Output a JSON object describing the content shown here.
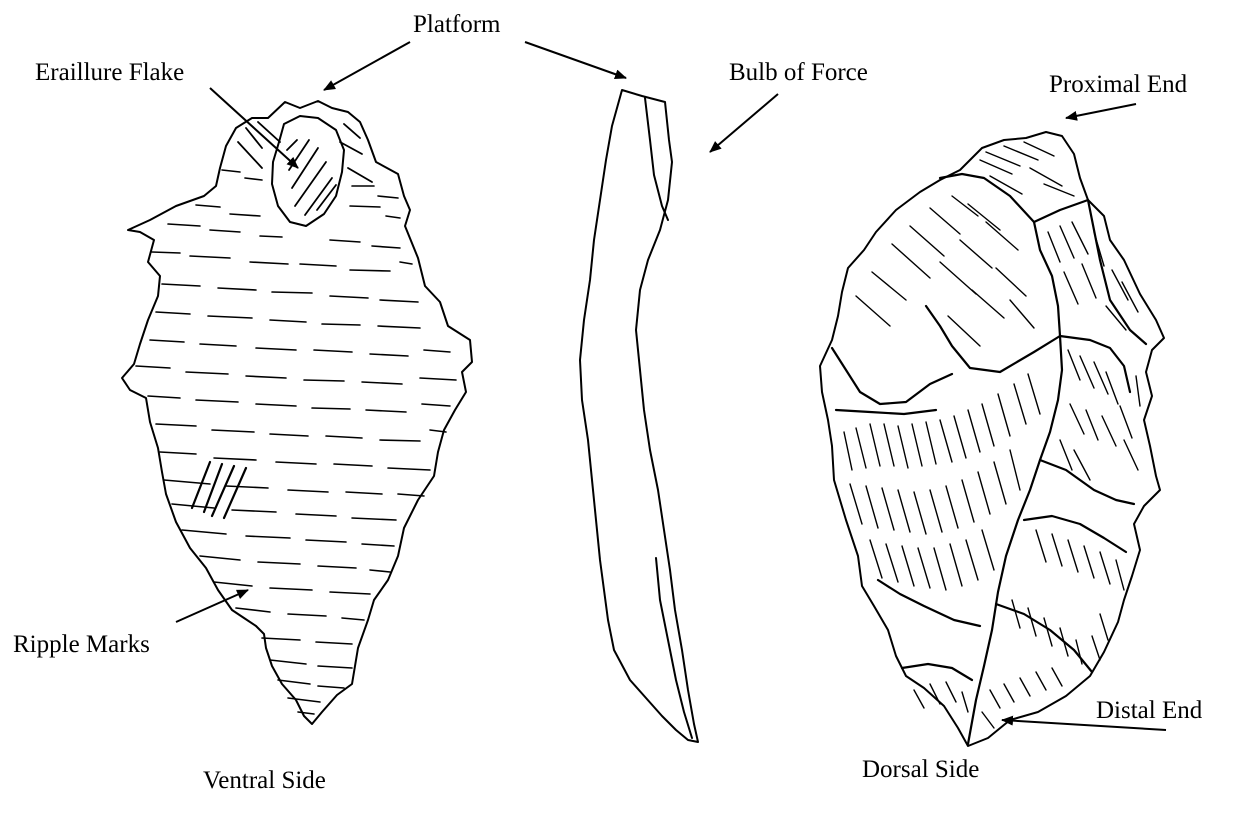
{
  "labels": {
    "platform": "Platform",
    "eraillure_flake": "Eraillure Flake",
    "bulb_of_force": "Bulb of Force",
    "proximal_end": "Proximal End",
    "ripple_marks": "Ripple Marks",
    "distal_end": "Distal End",
    "ventral_side": "Ventral Side",
    "dorsal_side": "Dorsal Side"
  },
  "colors": {
    "ink": "#000000",
    "background": "#ffffff"
  }
}
